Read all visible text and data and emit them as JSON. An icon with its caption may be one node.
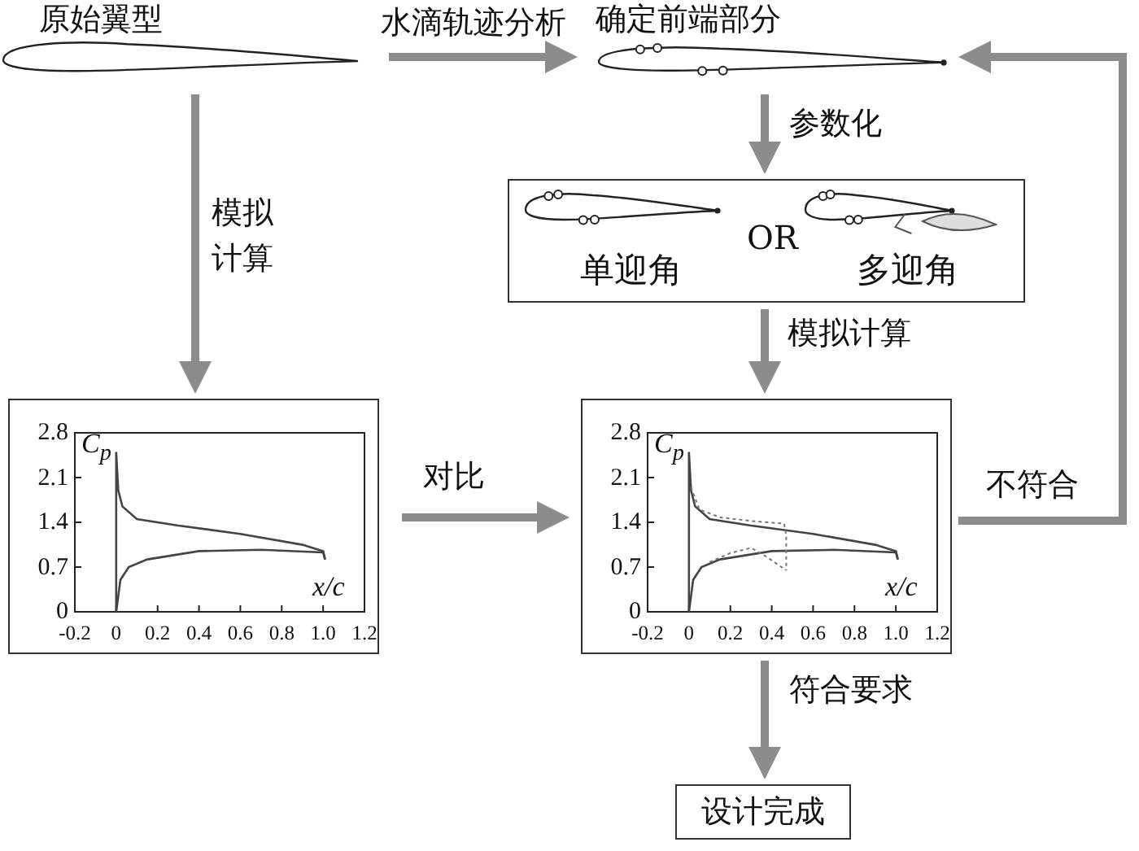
{
  "diagram": {
    "nodes": [
      {
        "text": [
          "原始翼型"
        ]
      },
      {
        "text": [
          "确定前端部分"
        ]
      },
      {
        "text": [
          "OR"
        ]
      },
      {
        "text": [
          "单迎角"
        ],
        "in": 2
      },
      {
        "text": [
          "多迎角"
        ],
        "in": 2
      },
      {
        "text": [],
        "shape": "box"
      },
      {
        "text": [],
        "shape": "box"
      },
      {
        "text": [
          "设计完成"
        ]
      }
    ],
    "edges": [
      {
        "from": 0,
        "to": 1,
        "arrow": "to",
        "label": "水滴轨迹分析"
      },
      {
        "from": 1,
        "to": 2,
        "arrow": "to",
        "label": "参数化"
      },
      {
        "from": 0,
        "to": 5,
        "arrow": "to",
        "label": "模拟计算"
      },
      {
        "from": 2,
        "to": 6,
        "arrow": "to",
        "label": "模拟计算"
      },
      {
        "from": 5,
        "to": 6,
        "arrow": "to",
        "label": "对比"
      },
      {
        "from": 6,
        "to": 7,
        "arrow": "to",
        "label": "符合要求"
      },
      {
        "from": 6,
        "to": 1,
        "arrow": "to",
        "label": "不符合"
      }
    ],
    "labels": [
      "C$_{p}$",
      "2.8",
      "2.1",
      "1.4",
      "0.7",
      "x/c",
      "0",
      "-0.2",
      "0",
      "0.2",
      "0.4",
      "0.6",
      "0.8",
      "1.0",
      "1.2",
      "C$_{p}$",
      "2.8",
      "2.1",
      "1.4",
      "0.7",
      "x/c",
      "0",
      "-0.2",
      "0",
      "0.2",
      "0.4",
      "0.6",
      "0.8",
      "1.0",
      "1.2"
    ]
  }
}
